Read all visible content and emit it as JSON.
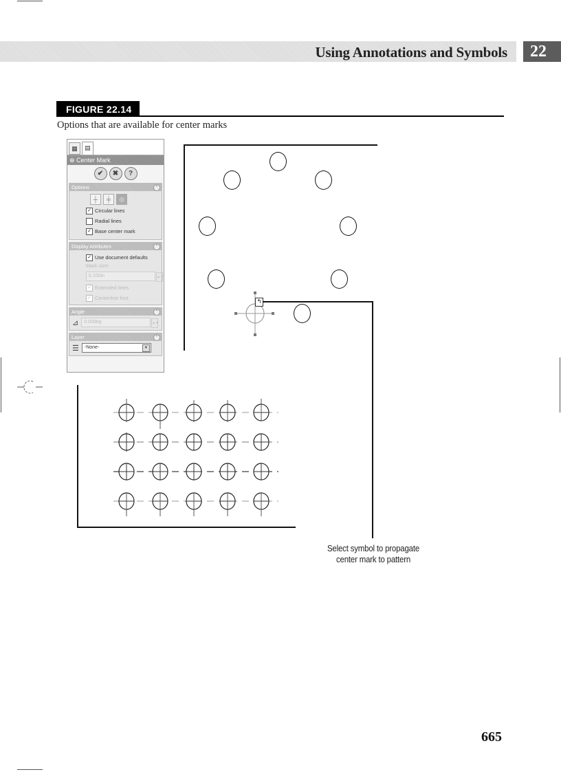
{
  "header": {
    "running_title": "Using Annotations and Symbols",
    "chapter_number": "22"
  },
  "figure": {
    "label": "FIGURE 22.14",
    "caption": "Options that are available for center marks"
  },
  "property_manager": {
    "tabs": [
      "feature-manager-tab",
      "property-manager-tab"
    ],
    "title": "Center Mark",
    "actions": {
      "ok": "✔",
      "cancel": "✖",
      "help": "?"
    },
    "options_group": {
      "title": "Options",
      "mark_types": [
        "single-center-mark",
        "linear-center-mark",
        "circular-center-mark"
      ],
      "selected_mark_type": "circular-center-mark",
      "checkboxes": [
        {
          "label": "Circular lines",
          "checked": true
        },
        {
          "label": "Radial lines",
          "checked": false
        },
        {
          "label": "Base center mark",
          "checked": true
        }
      ]
    },
    "display_attributes_group": {
      "title": "Display Attributes",
      "use_document_defaults": {
        "label": "Use document defaults",
        "checked": true
      },
      "mark_size_label": "Mark size:",
      "mark_size_value": "0.100in",
      "extended_lines": {
        "label": "Extended lines",
        "checked": true
      },
      "centerline_font": {
        "label": "Centerline font",
        "checked": true
      }
    },
    "angle_group": {
      "title": "Angle",
      "value": "0.00deg"
    },
    "layer_group": {
      "title": "Layer",
      "selected": "-None-"
    }
  },
  "callout": {
    "text_line1": "Select symbol to propagate",
    "text_line2": "center mark to pattern"
  },
  "page_number": "665",
  "colors": {
    "header_band": "#e0e0e0",
    "chapter_box": "#5c5c5c",
    "figure_tag_bg": "#000000",
    "panel_title_bg": "#909090"
  }
}
